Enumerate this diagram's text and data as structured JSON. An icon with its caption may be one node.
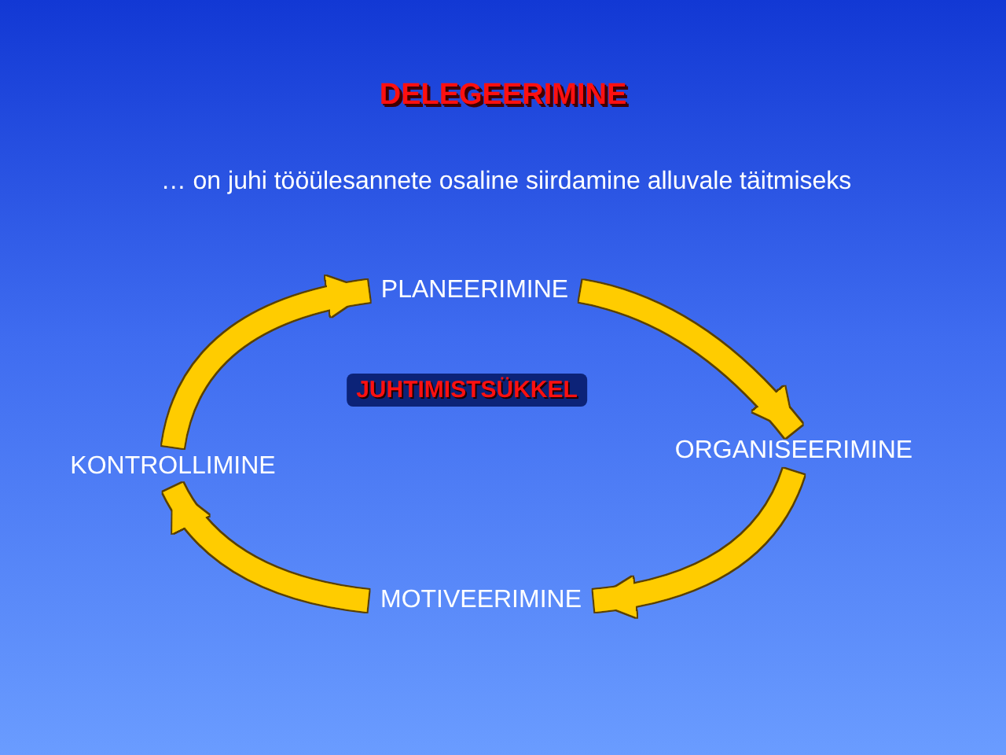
{
  "diagram": {
    "title": "DELEGEERIMINE",
    "nodes": [
      {
        "text": [
          "PLANEERIMINE"
        ]
      },
      {
        "text": [
          "ORGANISEERIMINE"
        ]
      },
      {
        "text": [
          "MOTIVEERIMINE"
        ]
      },
      {
        "text": [
          "KONTROLLIMINE"
        ]
      }
    ],
    "edges": [
      {
        "from": 0,
        "to": 1,
        "arrow": "to"
      },
      {
        "from": 1,
        "to": 2,
        "arrow": "to"
      },
      {
        "from": 2,
        "to": 3,
        "arrow": "to"
      },
      {
        "from": 3,
        "to": 0,
        "arrow": "to"
      }
    ],
    "labels": [
      "… on juhi tööülesannete osaline siirdamine alluvale täitmiseks",
      "JUHTIMISTSÜKKEL"
    ]
  }
}
